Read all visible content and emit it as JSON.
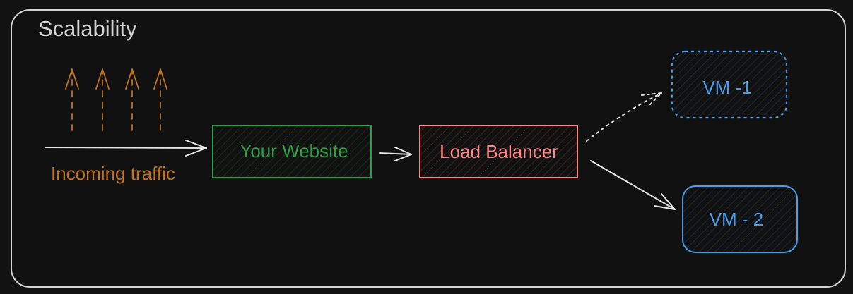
{
  "title": "Scalability",
  "incoming_label": "Incoming traffic",
  "nodes": {
    "website": "Your Website",
    "load_balancer": "Load Balancer",
    "vm1": "VM -1",
    "vm2": "VM - 2"
  },
  "colors": {
    "background": "#121212",
    "frame": "#d4d4d4",
    "traffic": "#c1721a",
    "website": "#2f9e44",
    "load_balancer": "#ff8787",
    "vm": "#4a9ce8",
    "arrow": "#e6e6e6"
  }
}
